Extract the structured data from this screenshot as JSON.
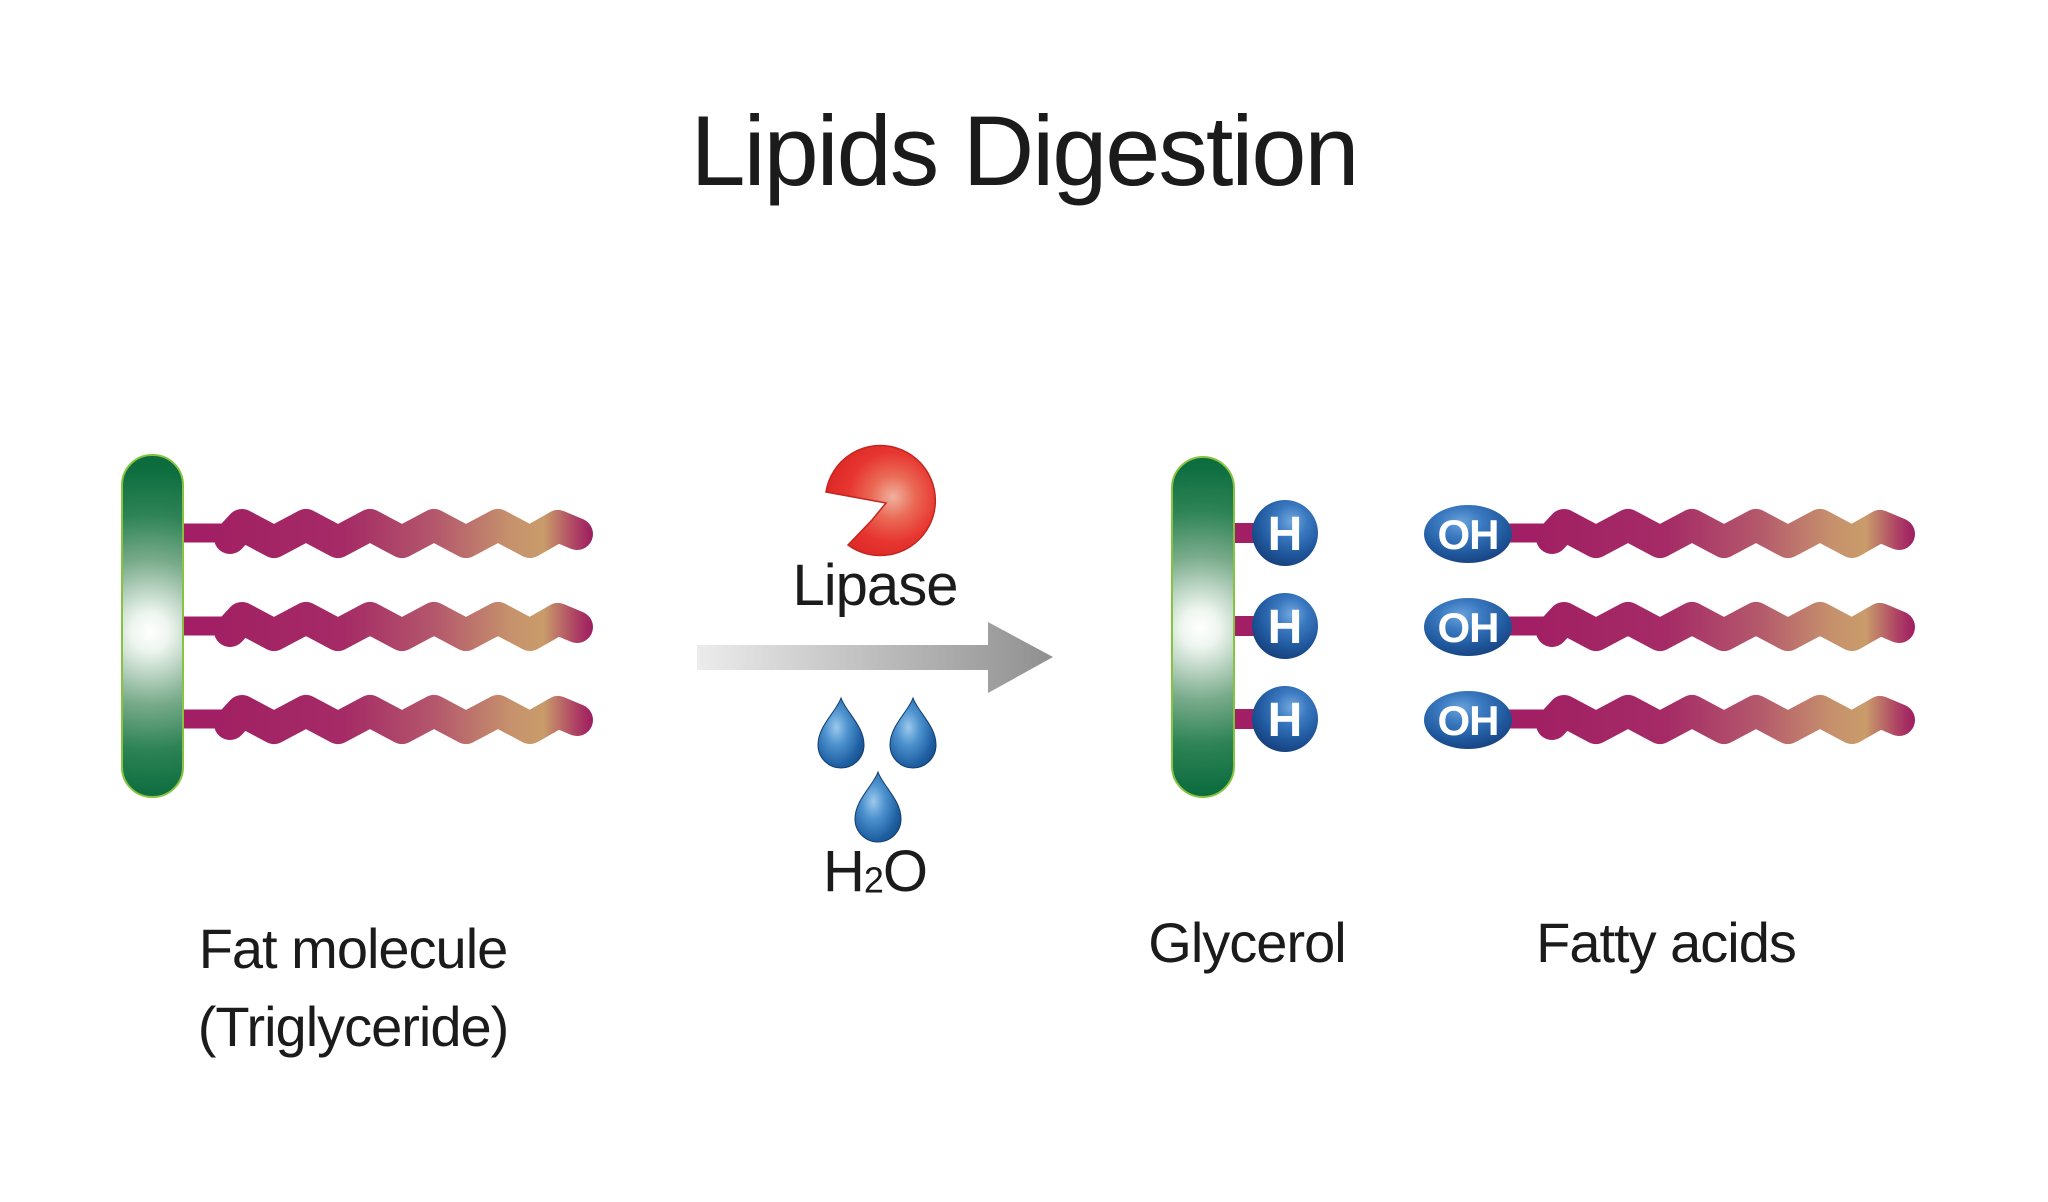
{
  "title": "Lipids Digestion",
  "reaction": {
    "enzyme_label": "Lipase",
    "water_h": "H",
    "water_sub": "2",
    "water_o": "O"
  },
  "labels": {
    "fat_line1": "Fat molecule",
    "fat_line2": "(Triglyceride)",
    "glycerol": "Glycerol",
    "fatty_acids": "Fatty acids"
  },
  "molecules": {
    "glycerol_hydrogen": "H",
    "fatty_acid_hydroxyl": "OH"
  },
  "colors": {
    "backbone_green_dark": "#0a683a",
    "backbone_border": "#86c440",
    "chain_magenta": "#a01d63",
    "chain_tan": "#c99c6a",
    "atom_blue_dark": "#122f5e",
    "atom_blue_mid": "#2f6cb3",
    "enzyme_red": "#e73530",
    "arrow_gray_light": "#ececec",
    "arrow_gray_dark": "#8f8f8f",
    "droplet_blue": "#1e5fa1",
    "text": "#1b1b1b"
  }
}
